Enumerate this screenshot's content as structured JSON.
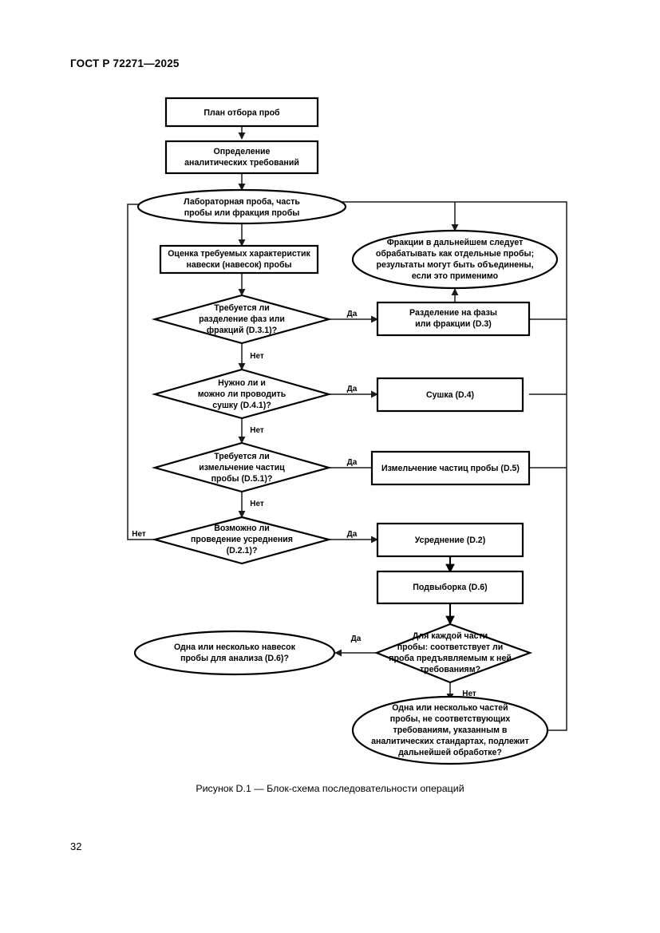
{
  "document": {
    "header": "ГОСТ Р 72271—2025",
    "page_number": "32",
    "figure_caption": "Рисунок D.1 — Блок-схема последовательности операций"
  },
  "flowchart": {
    "nodes": {
      "sampling_plan": {
        "shape": "rect",
        "lines": [
          "План отбора проб"
        ]
      },
      "analytical_requirements": {
        "shape": "rect",
        "lines": [
          "Определение",
          "аналитических требований"
        ]
      },
      "lab_sample": {
        "shape": "ellipse",
        "lines": [
          "Лабораторная проба, часть",
          "пробы или фракция пробы"
        ]
      },
      "fractions_note": {
        "shape": "ellipse",
        "lines": [
          "Фракции в дальнейшем следует",
          "обрабатывать как отдельные пробы;",
          "результаты могут быть объединены,",
          "если это применимо"
        ]
      },
      "assess_characteristics": {
        "shape": "rect",
        "lines": [
          "Оценка требуемых характеристик",
          "навески (навесок) пробы"
        ]
      },
      "decision_separation": {
        "shape": "diamond",
        "lines": [
          "Требуется ли",
          "разделение фаз или",
          "фракций (D.3.1)?"
        ]
      },
      "separation": {
        "shape": "rect",
        "lines": [
          "Разделение на фазы",
          "или фракции (D.3)"
        ]
      },
      "decision_drying": {
        "shape": "diamond",
        "lines": [
          "Нужно ли и",
          "можно ли проводить",
          "сушку (D.4.1)?"
        ]
      },
      "drying": {
        "shape": "rect",
        "lines": [
          "Сушка (D.4)"
        ]
      },
      "decision_grinding": {
        "shape": "diamond",
        "lines": [
          "Требуется ли",
          "измельчение частиц",
          "пробы (D.5.1)?"
        ]
      },
      "grinding": {
        "shape": "rect",
        "lines": [
          "Измельчение частиц пробы (D.5)"
        ]
      },
      "decision_averaging": {
        "shape": "diamond",
        "lines": [
          "Возможно ли",
          "проведение усреднения",
          "(D.2.1)?"
        ]
      },
      "averaging": {
        "shape": "rect",
        "lines": [
          "Усреднение (D.2)"
        ]
      },
      "subsampling": {
        "shape": "rect",
        "lines": [
          "Подвыборка (D.6)"
        ]
      },
      "decision_conformity": {
        "shape": "diamond",
        "lines": [
          "Для каждой части",
          "пробы: соответствует ли",
          "проба предъявляемым к ней",
          "требованиям?"
        ]
      },
      "test_portions": {
        "shape": "ellipse",
        "lines": [
          "Одна или несколько навесок",
          "пробы для анализа (D.6)?"
        ]
      },
      "nonconforming": {
        "shape": "ellipse",
        "lines": [
          "Одна или несколько частей",
          "пробы, не соответствующих",
          "требованиям, указанным в",
          "аналитических стандартах, подлежит",
          "дальнейшей обработке?"
        ]
      }
    },
    "edge_labels": {
      "yes": "Да",
      "no": "Нет"
    },
    "colors": {
      "stroke": "#000000",
      "fill": "#ffffff",
      "connector": "#1a1a1a"
    }
  }
}
